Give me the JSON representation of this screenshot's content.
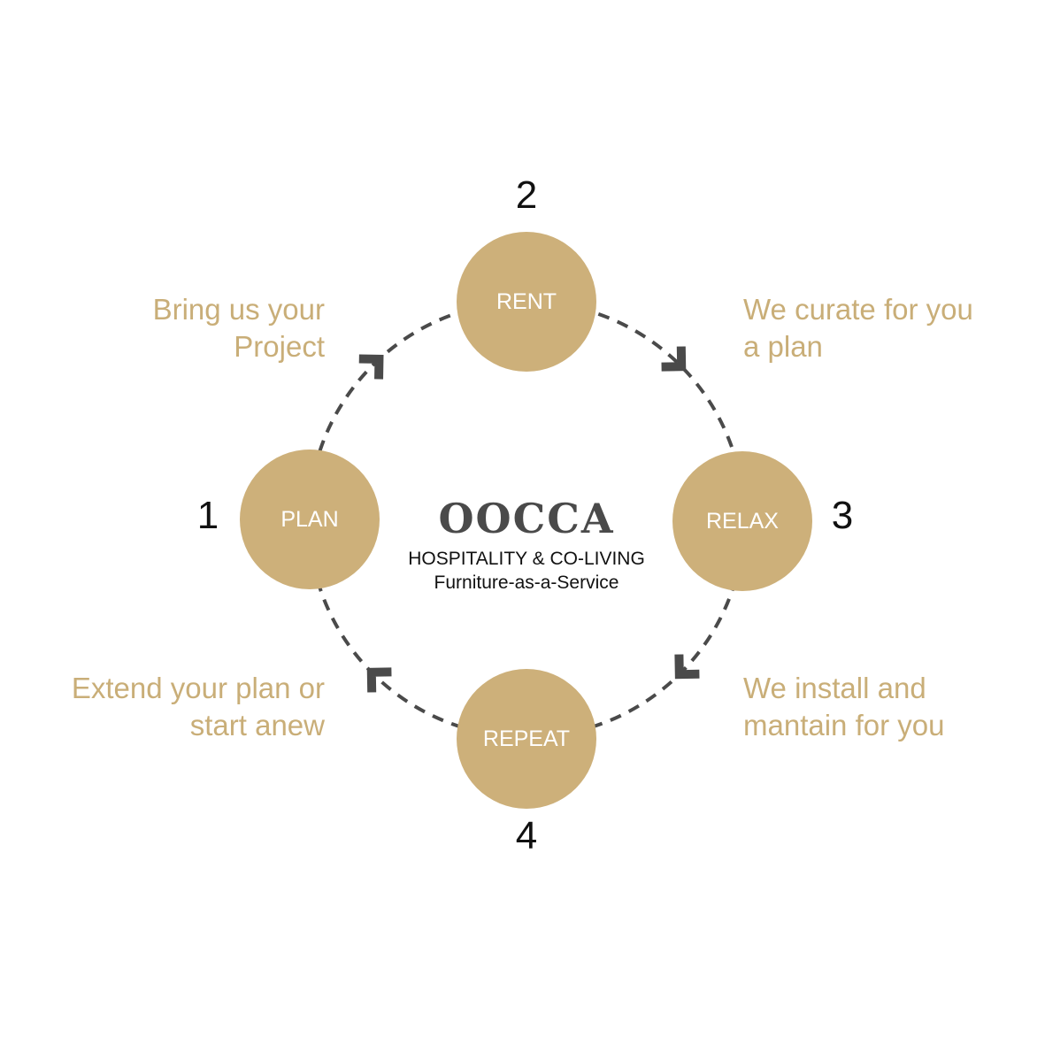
{
  "colors": {
    "gold": "#CDB07A",
    "text_gold": "#C9AE78",
    "dash": "#4a4a4a"
  },
  "center": {
    "logo": "OOCCA",
    "tagline": "HOSPITALITY & CO-LIVING",
    "subtitle": "Furniture-as-a-Service"
  },
  "steps": [
    {
      "number": "1",
      "label": "PLAN",
      "description": [
        "Extend your plan or",
        "start anew"
      ]
    },
    {
      "number": "2",
      "label": "RENT",
      "description": [
        "Bring us your",
        "Project"
      ]
    },
    {
      "number": "3",
      "label": "RELAX",
      "description": [
        "We curate for you",
        "a plan"
      ]
    },
    {
      "number": "4",
      "label": "REPEAT",
      "description": [
        "We install and",
        "mantain for you"
      ]
    }
  ]
}
